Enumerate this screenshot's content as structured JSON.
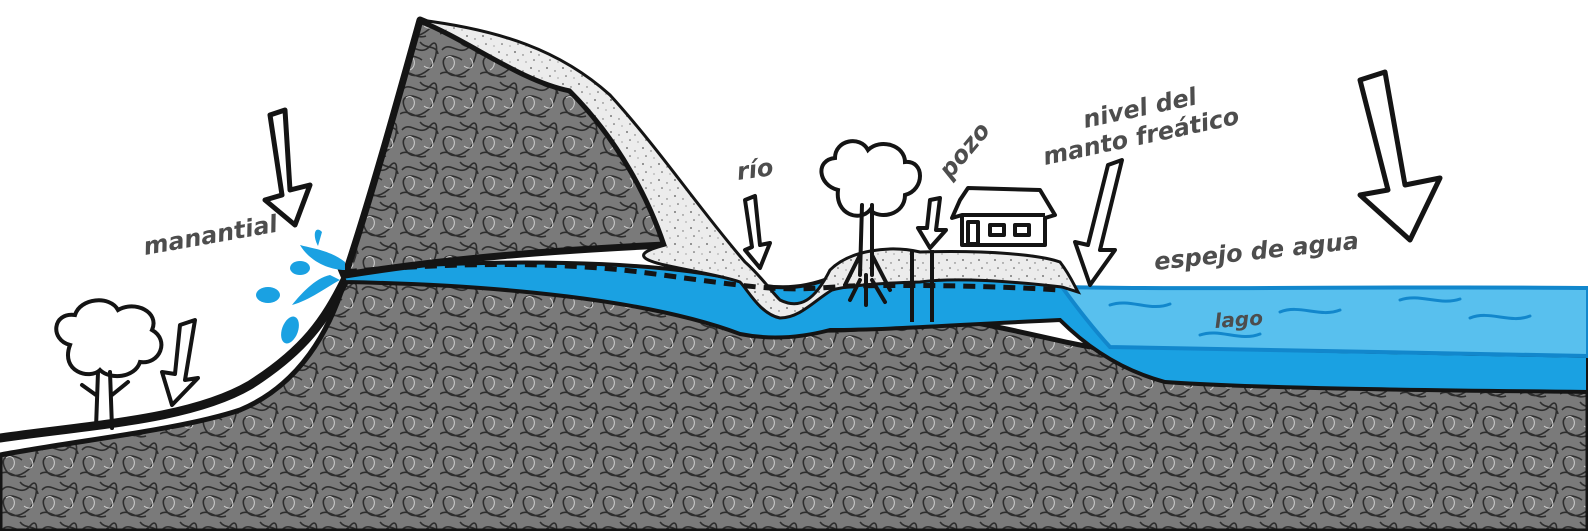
{
  "labels": {
    "manantial": "manantial",
    "rio": "río",
    "pozo": "pozo",
    "nivel_line1": "nivel del",
    "nivel_line2": "manto freático",
    "espejo": "espejo de agua",
    "lago": "lago"
  },
  "colors": {
    "ink": "#141414",
    "rock": "#6b6b6b",
    "rock_dark": "#3c3c3c",
    "soil": "#eeeeee",
    "groundwater": "#1aa1e2",
    "lake": "#58c0ee",
    "lake_wave": "#1287cc",
    "label": "#4d4d4d"
  },
  "icons": [
    "rain-arrow-icon",
    "tree-icon",
    "house-icon",
    "well-icon",
    "spring-droplet-icon"
  ]
}
